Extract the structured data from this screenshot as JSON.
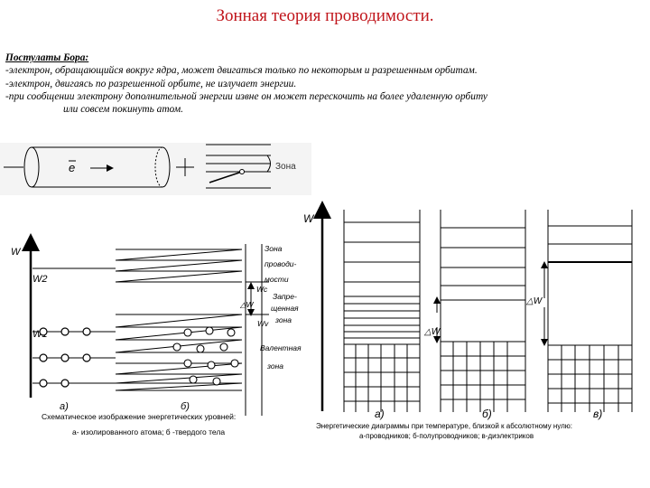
{
  "title": "Зонная  теория проводимости.",
  "postulates": {
    "heading": "Постулаты  Бора:",
    "items": [
      "-электрон, обращающийся вокруг ядра, может двигаться только по некоторым и разрешенным орбитам.",
      "-электрон, двигаясь по разрешенной орбите, не излучает энергии.",
      "-при сообщении электрону дополнительной энергии извне  он может перескочить на более удаленную орбиту",
      "или совсем покинуть атом."
    ]
  },
  "top_diagram": {
    "electron_label": "e",
    "zone_label": "Зона"
  },
  "left_diagram": {
    "axis_label": "W",
    "level_w2": "W2",
    "level_w1": "W1",
    "conduction_zone": [
      "Зона",
      "проводи-",
      "мости"
    ],
    "wc_label": "Wc",
    "forbidden_zone": [
      "Запре-",
      "щенная",
      "зона"
    ],
    "delta_w_label": "△W",
    "wv_label": "Wv",
    "valence_zone": [
      "Валентная",
      "зона"
    ],
    "panel_a": "а)",
    "panel_b": "б)",
    "caption_line1": "Схематическое изображение энергетических уровней:",
    "caption_line2": "а- изолированного атома; б -твердого тела"
  },
  "right_diagram": {
    "axis_label": "W",
    "delta_w_small": "△W",
    "delta_w_large": "△W",
    "panel_a": "а)",
    "panel_b": "б)",
    "panel_c": "в)",
    "caption_line1": "Энергетические диаграммы при температуре, близкой к абсолютному нулю:",
    "caption_line2": "а-проводников; б-полупроводников; в-диэлектриков"
  }
}
